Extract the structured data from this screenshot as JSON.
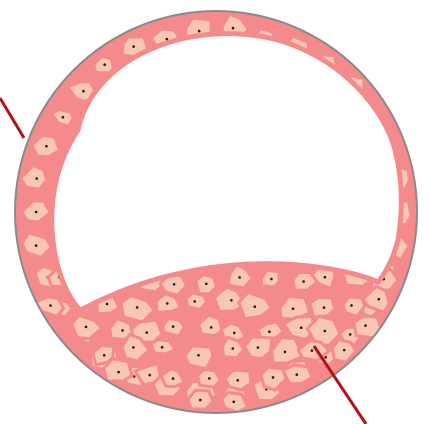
{
  "diagram": {
    "subject": "blastocyst-cross-section",
    "colors": {
      "background": "#ffffff",
      "zona": "#8a8a8a",
      "membrane": "#f58a8c",
      "cytoplasm": "#f9c6b3",
      "nucleus": "#1a1a1a",
      "pointer": "#b31217",
      "cavity": "#ffffff"
    },
    "parts": [
      {
        "id": "zona-pellucida",
        "label": ""
      },
      {
        "id": "trophoblast",
        "label": ""
      },
      {
        "id": "blastocoel",
        "label": ""
      },
      {
        "id": "inner-cell-mass",
        "label": ""
      }
    ]
  }
}
